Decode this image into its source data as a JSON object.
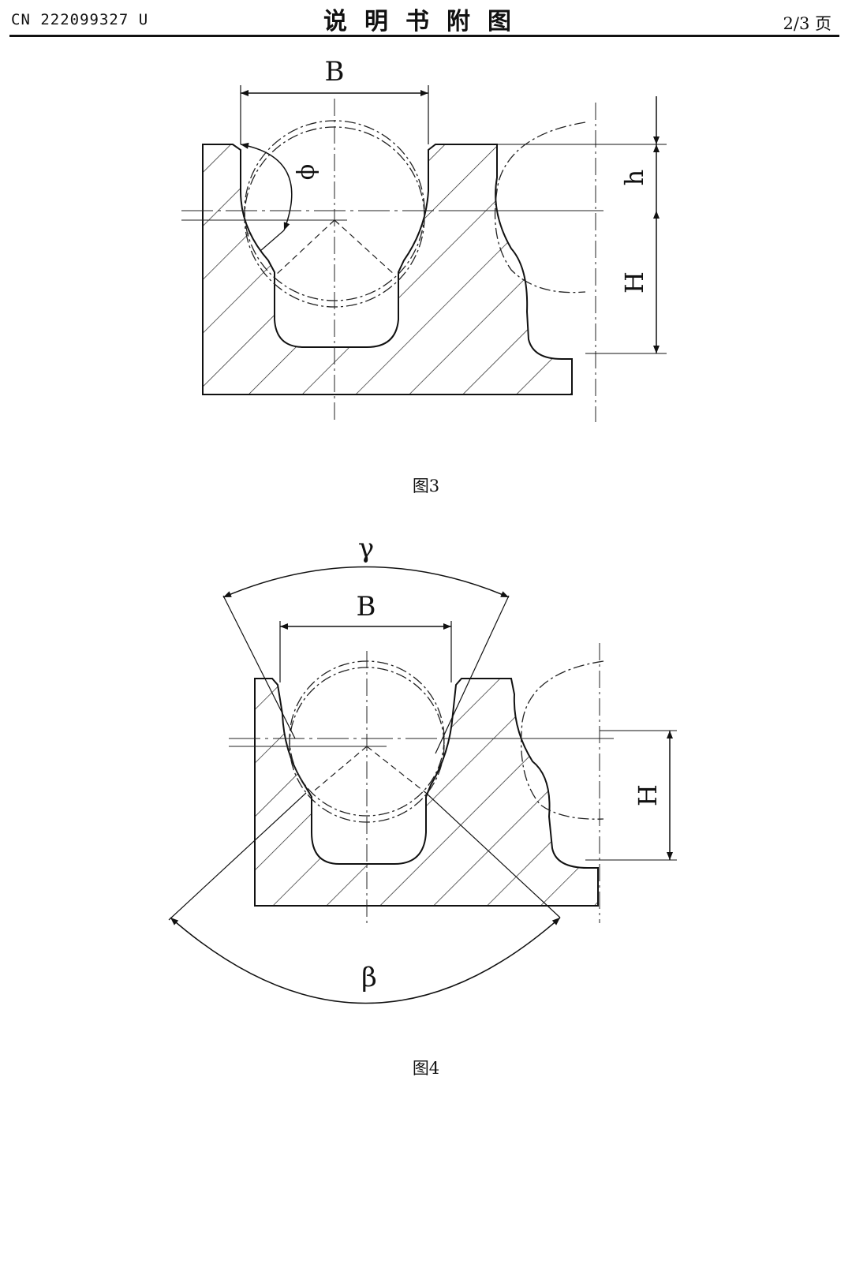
{
  "header": {
    "doc_number": "CN 222099327 U",
    "title": "说明书附图",
    "page": "2/3 页"
  },
  "figures": [
    {
      "caption": "图3",
      "labels": {
        "width": "B",
        "angle": "ϕ",
        "small_height": "h",
        "height": "H"
      }
    },
    {
      "caption": "图4",
      "labels": {
        "outer_angle": "γ",
        "width": "B",
        "height": "H",
        "lower_angle": "β"
      }
    }
  ]
}
